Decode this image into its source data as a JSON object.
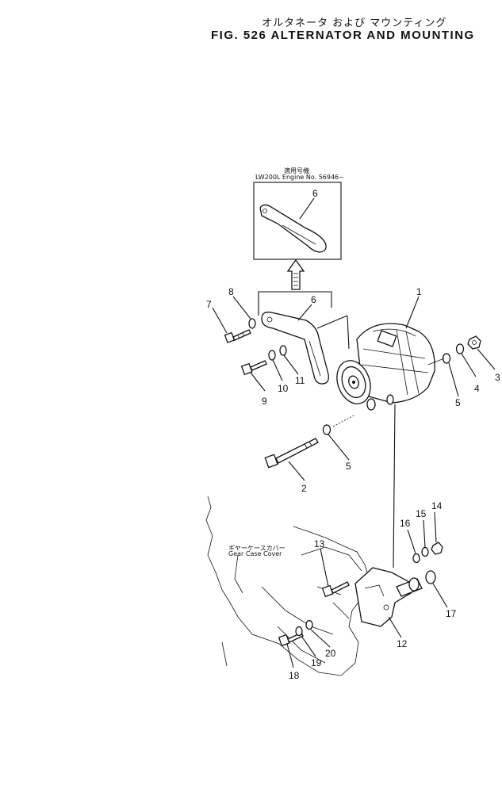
{
  "header": {
    "title_jp": "オルタネータ および マウンティング",
    "title_en": "FIG. 526  ALTERNATOR AND MOUNTING"
  },
  "applicability": {
    "label_jp": "適用号機",
    "label_en": "LW200L  Engine  No.  56946~"
  },
  "gear_case_label": {
    "jp": "ギヤーケースカバー",
    "en": "Gear Case Cover"
  },
  "callouts": [
    "1",
    "2",
    "3",
    "4",
    "5",
    "5",
    "6",
    "6",
    "7",
    "8",
    "9",
    "10",
    "11",
    "12",
    "13",
    "14",
    "15",
    "16",
    "17",
    "18",
    "19",
    "20"
  ]
}
